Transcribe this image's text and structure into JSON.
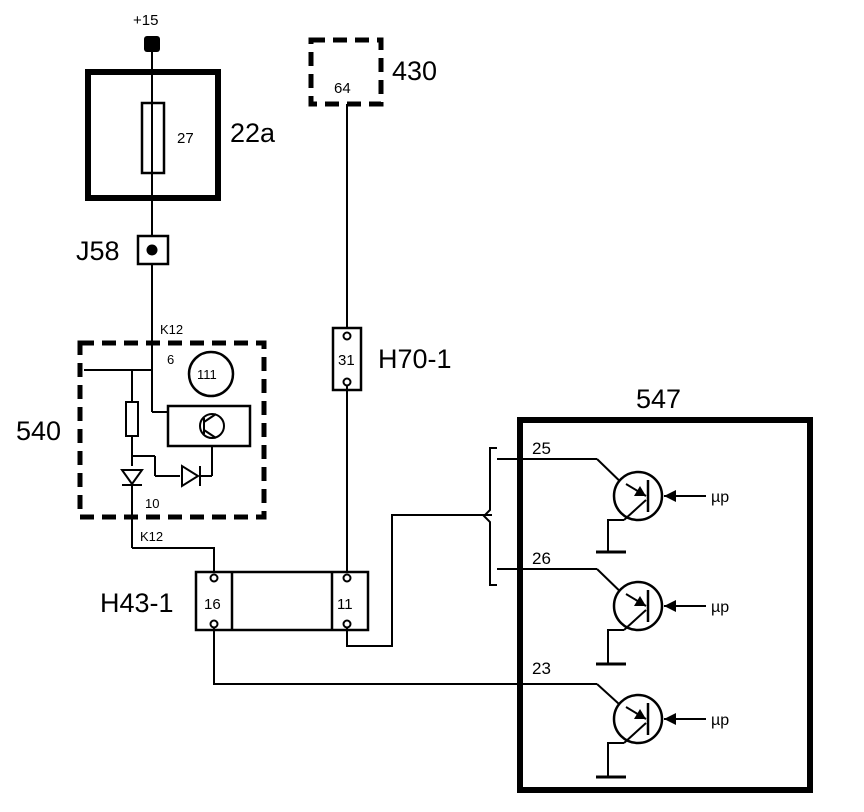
{
  "supply": {
    "label": "+15"
  },
  "fuse_box": {
    "id": "22a",
    "fuse_number": "27"
  },
  "module_430": {
    "id": "430",
    "pin": "64"
  },
  "connector_j58": {
    "id": "J58"
  },
  "module_540": {
    "id": "540",
    "wire_top": "K12",
    "wire_bottom": "K12",
    "pin_top": "6",
    "pin_bottom": "10",
    "lamp_number": "111"
  },
  "connector_h70": {
    "id": "H70-1",
    "pin": "31"
  },
  "connector_h43": {
    "id": "H43-1",
    "pin_left": "16",
    "pin_right": "11"
  },
  "module_547": {
    "id": "547",
    "channels": [
      {
        "pin": "25",
        "input_label": "µp"
      },
      {
        "pin": "26",
        "input_label": "µp"
      },
      {
        "pin": "23",
        "input_label": "µp"
      }
    ]
  }
}
